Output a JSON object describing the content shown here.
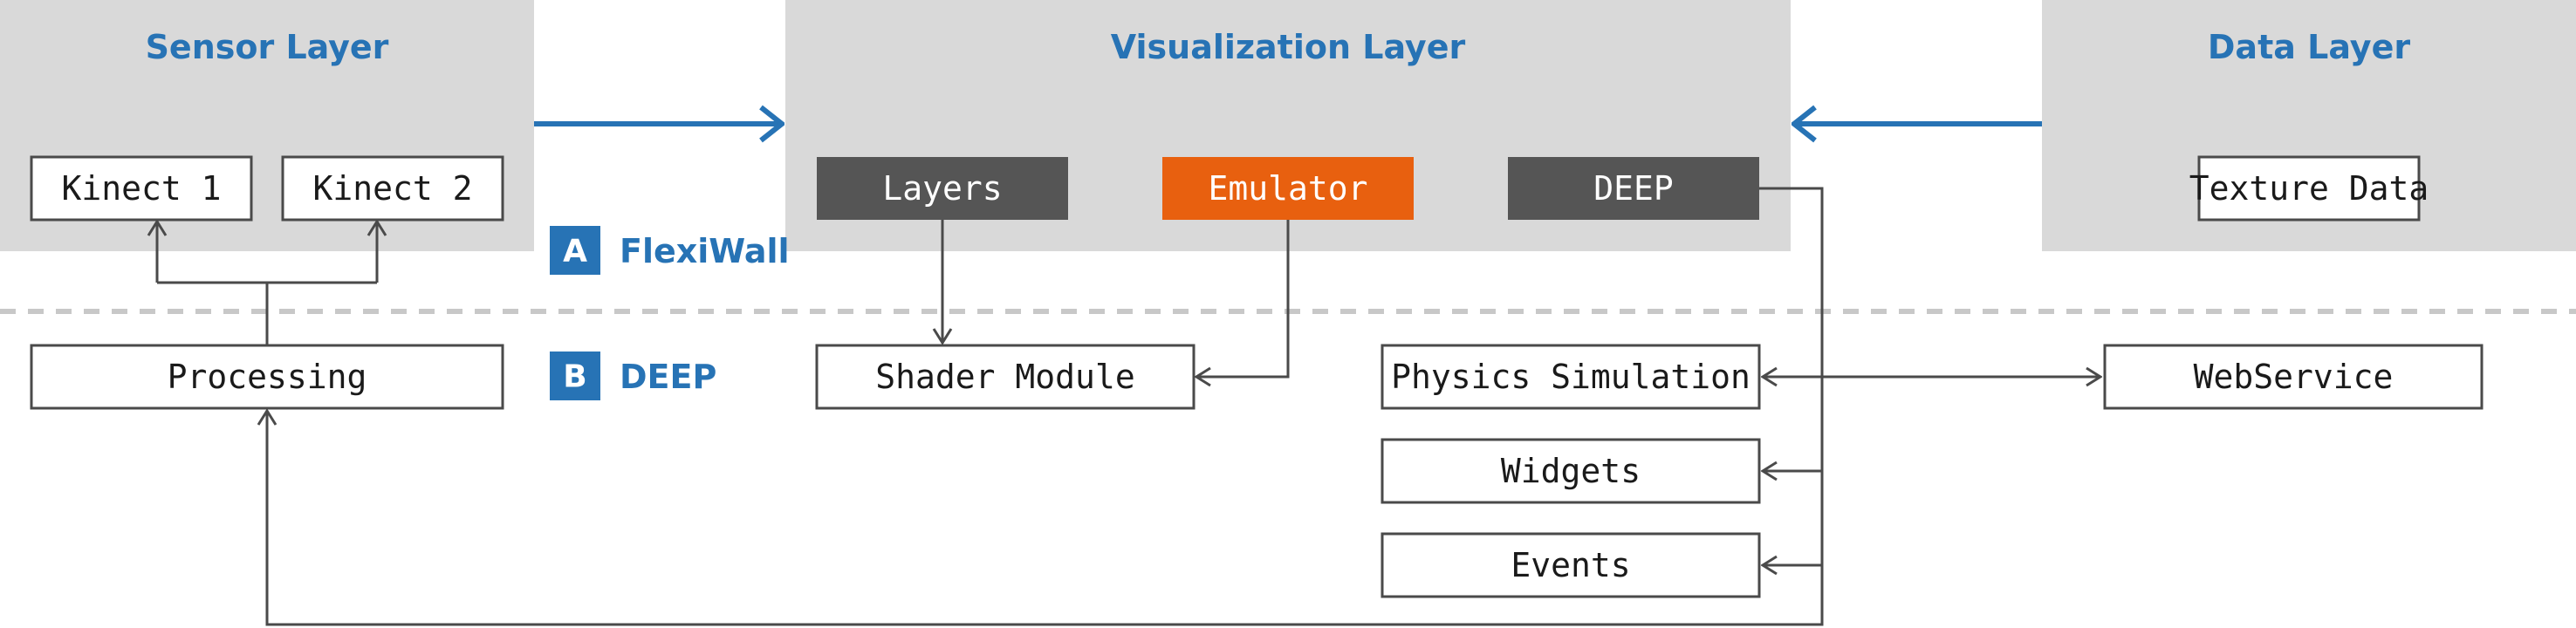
{
  "layers": {
    "sensor": {
      "title": "Sensor Layer"
    },
    "visualization": {
      "title": "Visualization Layer"
    },
    "data": {
      "title": "Data Layer"
    }
  },
  "sections": {
    "a": {
      "letter": "A",
      "label": "FlexiWall"
    },
    "b": {
      "letter": "B",
      "label": "DEEP"
    }
  },
  "nodes": {
    "kinect1": "Kinect 1",
    "kinect2": "Kinect 2",
    "layers": "Layers",
    "emulator": "Emulator",
    "deep": "DEEP",
    "texture_data": "Texture Data",
    "processing": "Processing",
    "shader_module": "Shader Module",
    "physics_simulation": "Physics Simulation",
    "webservice": "WebService",
    "widgets": "Widgets",
    "events": "Events"
  },
  "colors": {
    "accent_blue": "#2773b5",
    "accent_orange": "#e8600f",
    "dark_box": "#555555",
    "layer_background": "#d9d9d9"
  }
}
